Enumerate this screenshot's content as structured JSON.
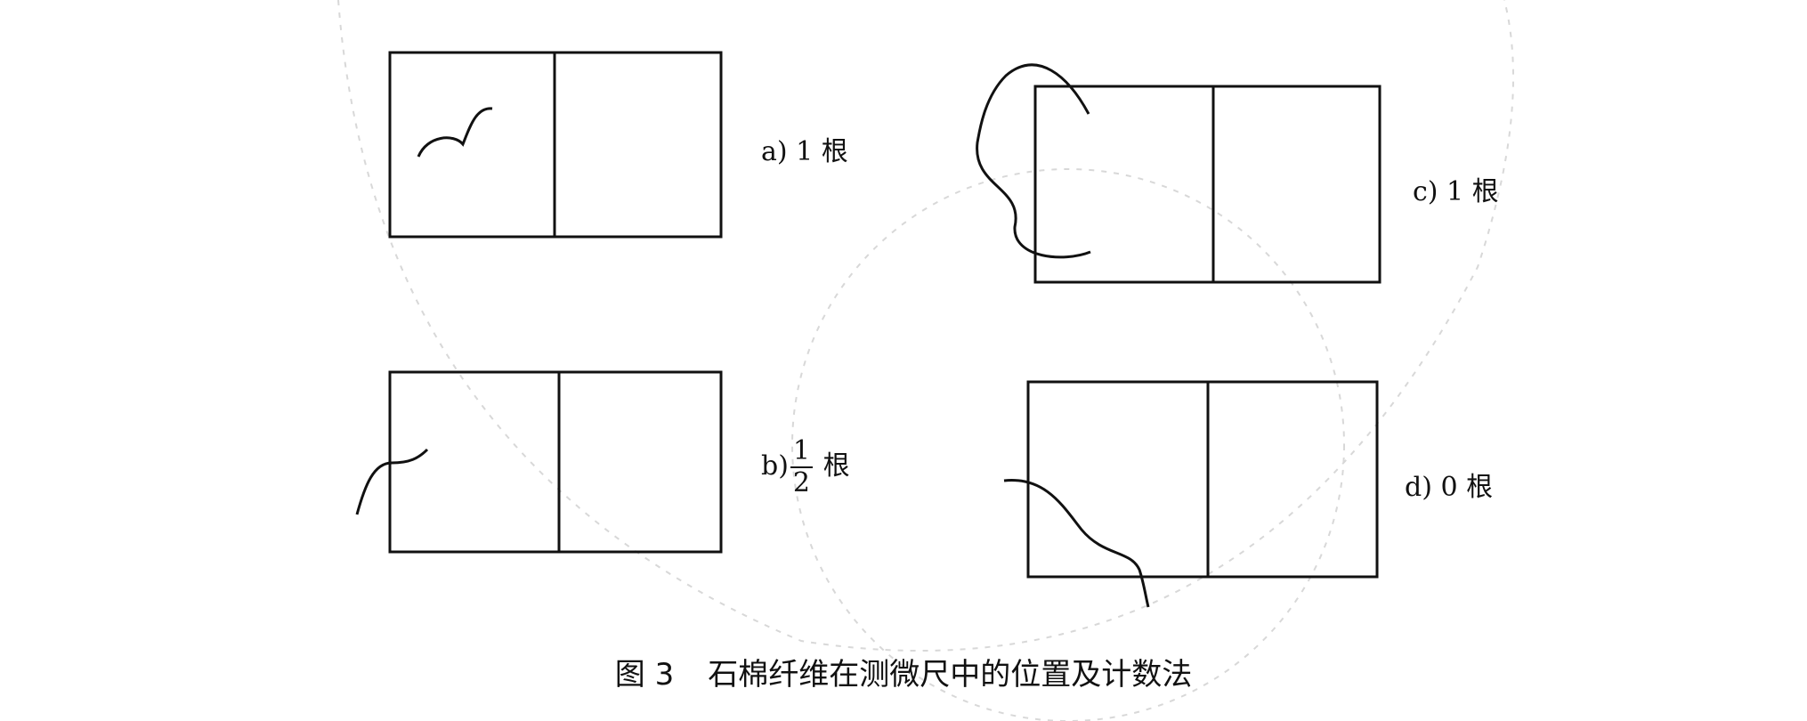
{
  "panels": [
    {
      "id": "a",
      "label": "a) 1 根"
    },
    {
      "id": "b",
      "prefix": "b)",
      "numerator": "1",
      "denominator": "2",
      "suffix": "根"
    },
    {
      "id": "c",
      "label": "c) 1 根"
    },
    {
      "id": "d",
      "label": "d) 0 根"
    }
  ],
  "caption": {
    "number": "图 3",
    "text": "石棉纤维在测微尺中的位置及计数法"
  }
}
